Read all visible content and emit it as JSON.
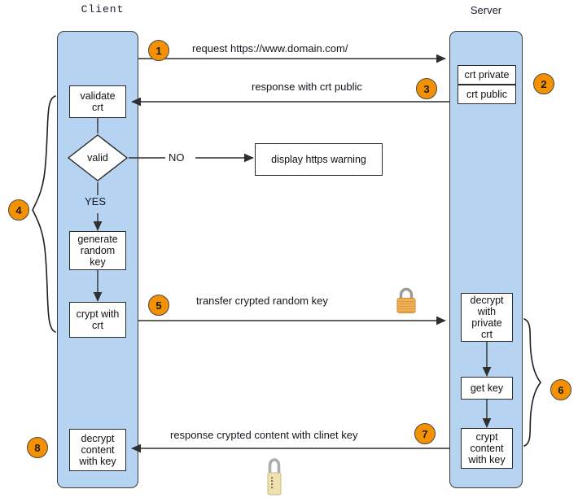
{
  "diagram": {
    "title_client": "Client",
    "title_server": "Server",
    "colors": {
      "lifeline_fill": "#b6d3f2",
      "lifeline_stroke": "#3a3a3a",
      "badge_fill": "#f49100",
      "box_fill": "#ffffff",
      "box_stroke": "#2b2b2b",
      "line": "#2f2f2f",
      "lock_body_orange": "#f0b055",
      "lock_body_cream": "#efe0b0"
    }
  },
  "client_steps": [
    {
      "id": "validate-crt",
      "label": "validate\ncrt"
    },
    {
      "id": "valid-decision",
      "label": "valid"
    },
    {
      "id": "generate-random-key",
      "label": "generate\nrandom\nkey"
    },
    {
      "id": "crypt-with-crt",
      "label": "crypt with\ncrt"
    },
    {
      "id": "decrypt-content-with-key",
      "label": "decrypt\ncontent\nwith key"
    }
  ],
  "server_steps": [
    {
      "id": "crt-private",
      "label": "crt private"
    },
    {
      "id": "crt-public",
      "label": "crt public"
    },
    {
      "id": "decrypt-with-private-crt",
      "label": "decrypt\nwith\nprivate\ncrt"
    },
    {
      "id": "get-key",
      "label": "get key"
    },
    {
      "id": "crypt-content-with-key",
      "label": "crypt\ncontent\nwith key"
    }
  ],
  "external_steps": [
    {
      "id": "display-https-warning",
      "label": "display https warning"
    }
  ],
  "branch_labels": {
    "no": "NO",
    "yes": "YES"
  },
  "messages": [
    {
      "id": "request",
      "label": "request https://www.domain.com/",
      "direction": "client-to-server"
    },
    {
      "id": "response-crt-public",
      "label": "response with crt public",
      "direction": "server-to-client"
    },
    {
      "id": "transfer-crypted-random-key",
      "label": "transfer crypted random key",
      "direction": "client-to-server"
    },
    {
      "id": "response-crypted-content",
      "label": "response crypted content with clinet key",
      "direction": "server-to-client"
    }
  ],
  "badges": [
    {
      "id": "badge-1",
      "n": "1"
    },
    {
      "id": "badge-2",
      "n": "2"
    },
    {
      "id": "badge-3",
      "n": "3"
    },
    {
      "id": "badge-4",
      "n": "4"
    },
    {
      "id": "badge-5",
      "n": "5"
    },
    {
      "id": "badge-6",
      "n": "6"
    },
    {
      "id": "badge-7",
      "n": "7"
    },
    {
      "id": "badge-8",
      "n": "8"
    }
  ],
  "icons": [
    {
      "id": "padlock-closed-orange",
      "name": "padlock-icon"
    },
    {
      "id": "padlock-combination",
      "name": "combination-padlock-icon"
    }
  ]
}
